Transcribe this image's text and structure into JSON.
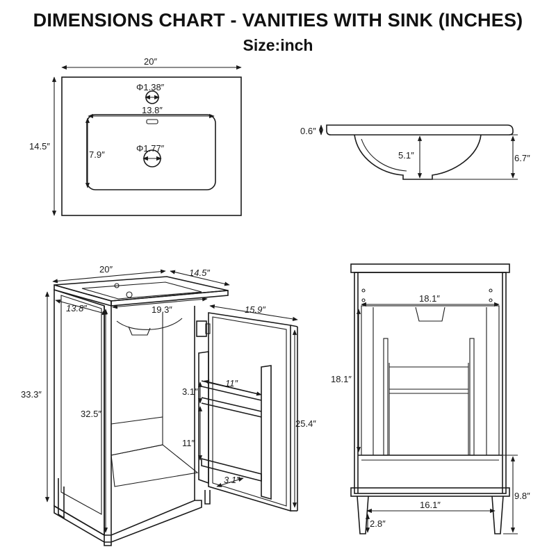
{
  "title": "DIMENSIONS CHART - VANITIES WITH SINK (INCHES)",
  "subtitle": "Size:inch",
  "labels": {
    "top_width": "20″",
    "top_depth": "14.5″",
    "faucet_hole": "Φ1.38″",
    "basin_width": "13.8″",
    "basin_depth": "7.9″",
    "drain_hole": "Φ1.77″",
    "top_thickness": "0.6″",
    "basin_inner_height": "5.1″",
    "basin_total_height": "6.7″",
    "cab_width": "20″",
    "cab_depth": "14.5″",
    "basin_iso_width": "13.8″",
    "cab_inner_width": "19.3″",
    "door_width": "15.9″",
    "total_height": "33.3″",
    "shelf_width": "11″",
    "shelf_gap": "3.1″",
    "cab_body_height": "32.5″",
    "door_height": "25.4″",
    "shelf_height": "11″",
    "shelf_depth": "3.1″",
    "front_inner_width": "18.1″",
    "front_inner_height": "18.1″",
    "base_width": "16.1″",
    "base_height": "9.8″",
    "leg_width": "2.8″"
  }
}
